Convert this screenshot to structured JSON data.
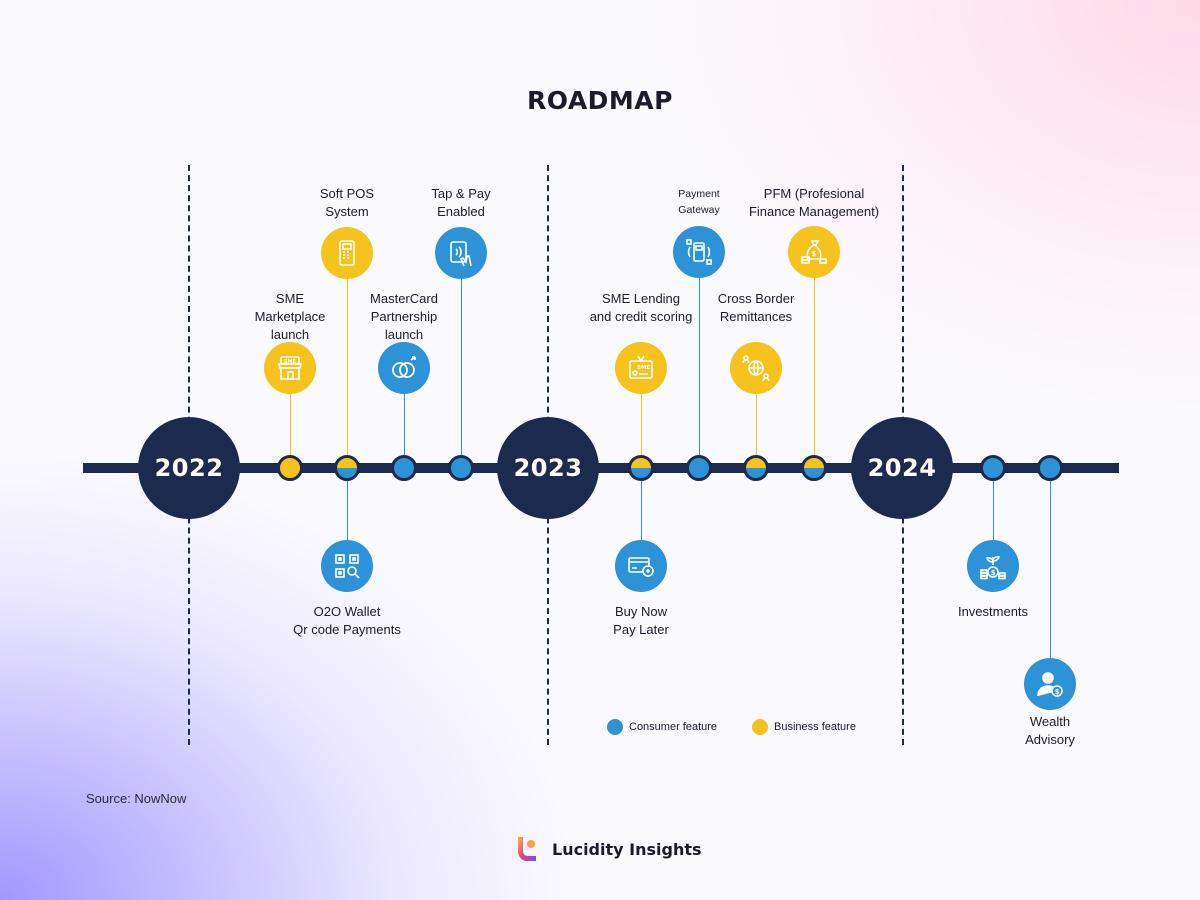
{
  "title": "ROADMAP",
  "colors": {
    "navy": "#1b2a4e",
    "consumer": "#2d93d6",
    "business": "#f6c21d"
  },
  "years": [
    "2022",
    "2023",
    "2024"
  ],
  "legend": {
    "consumer": "Consumer feature",
    "business": "Business feature"
  },
  "milestones": [
    {
      "label": "SME\nMarketplace\nlaunch",
      "type": "business",
      "icon": "sme-store-icon"
    },
    {
      "label": "Soft POS\nSystem",
      "type": "business",
      "icon": "pos-terminal-icon"
    },
    {
      "label": "O2O Wallet\nQr code Payments",
      "type": "consumer",
      "icon": "qr-code-icon"
    },
    {
      "label": "MasterCard\nPartnership\nlaunch",
      "type": "consumer",
      "icon": "linked-rings-icon"
    },
    {
      "label": "Tap & Pay\nEnabled",
      "type": "consumer",
      "icon": "contactless-card-icon"
    },
    {
      "label": "SME Lending\nand credit scoring",
      "type": "business",
      "icon": "sme-id-card-icon"
    },
    {
      "label": "Buy Now\nPay Later",
      "type": "consumer",
      "icon": "credit-card-icon"
    },
    {
      "label": "Payment\nGateway",
      "type": "consumer",
      "icon": "payment-gateway-icon"
    },
    {
      "label": "Cross Border\nRemittances",
      "type": "business",
      "icon": "globe-transfer-icon"
    },
    {
      "label": "PFM (Profesional\nFinance Management)",
      "type": "business",
      "icon": "money-bag-icon"
    },
    {
      "label": "Investments",
      "type": "consumer",
      "icon": "plant-coins-icon"
    },
    {
      "label": "Wealth\nAdvisory",
      "type": "consumer",
      "icon": "advisor-icon"
    }
  ],
  "source": "Source: NowNow",
  "brand": "Lucidity Insights"
}
